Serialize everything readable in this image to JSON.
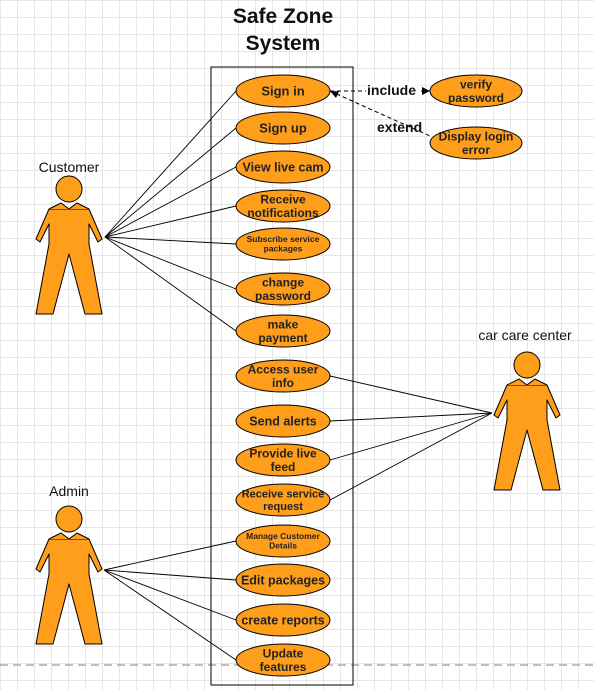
{
  "title": {
    "line1": "Safe Zone",
    "line2": "System"
  },
  "colors": {
    "fill": "#ff9e1b",
    "stroke": "#000000",
    "grid": "#e6e6e6"
  },
  "actors": {
    "customer": "Customer",
    "admin": "Admin",
    "car_care": "car care center"
  },
  "use_cases": {
    "sign_in": [
      "Sign in"
    ],
    "sign_up": [
      "Sign up"
    ],
    "view_live_cam": [
      "View live cam"
    ],
    "receive_notifications": [
      "Receive",
      "notifications"
    ],
    "subscribe_packages": [
      "Subscribe service",
      "packages"
    ],
    "change_password": [
      "change",
      "password"
    ],
    "make_payment": [
      "make",
      "payment"
    ],
    "access_user_info": [
      "Access user",
      "info"
    ],
    "send_alerts": [
      "Send alerts"
    ],
    "provide_live_feed": [
      "Provide live",
      "feed"
    ],
    "receive_service_request": [
      "Receive service",
      "request"
    ],
    "manage_customer_details": [
      "Manage Customer",
      "Details"
    ],
    "edit_packages": [
      "Edit packages"
    ],
    "create_reports": [
      "create reports"
    ],
    "update_features": [
      "Update",
      "features"
    ],
    "verify_password": [
      "verify",
      "password"
    ],
    "display_login_error": [
      "Display login",
      "error"
    ]
  },
  "relations": {
    "include": "include",
    "extend": "extend"
  }
}
